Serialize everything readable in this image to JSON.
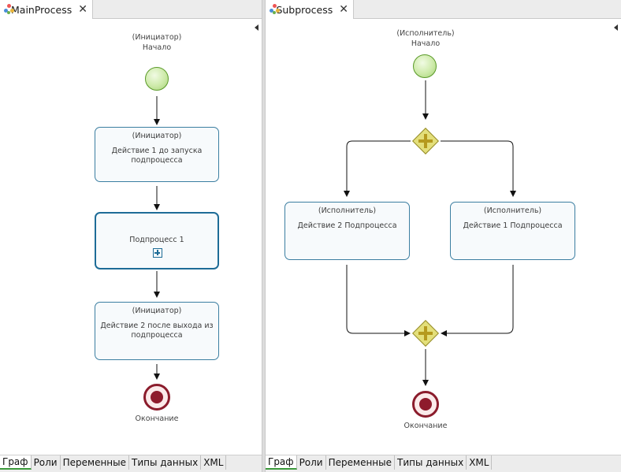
{
  "left_editor": {
    "tab_title": "MainProcess",
    "start": {
      "role": "(Инициатор)",
      "name": "Начало"
    },
    "task1": {
      "role": "(Инициатор)",
      "name": "Действие 1 до запуска подпроцесса"
    },
    "subprocess": {
      "name": "Подпроцесс 1"
    },
    "task2": {
      "role": "(Инициатор)",
      "name": "Действие 2 после выхода из подпроцесса"
    },
    "end": {
      "name": "Окончание"
    },
    "bottom_tabs": [
      "Граф",
      "Роли",
      "Переменные",
      "Типы данных",
      "XML"
    ]
  },
  "right_editor": {
    "tab_title": "Subprocess",
    "start": {
      "role": "(Исполнитель)",
      "name": "Начало"
    },
    "task_left": {
      "role": "(Исполнитель)",
      "name": "Действие 2 Подпроцесса"
    },
    "task_right": {
      "role": "(Исполнитель)",
      "name": "Действие 1 Подпроцесса"
    },
    "end": {
      "name": "Окончание"
    },
    "bottom_tabs": [
      "Граф",
      "Роли",
      "Переменные",
      "Типы данных",
      "XML"
    ]
  },
  "colors": {
    "task_border": "#3b7ea1",
    "start_fill": "#cdeaa9",
    "end_fill": "#8e1b2c",
    "gateway_fill": "#e3df7a",
    "active_tab_underline": "#3c9a3c"
  },
  "icons": {
    "editor_tab": "process-diagram-icon",
    "close": "close-icon",
    "collapse": "collapse-left-icon",
    "subprocess_marker": "expand-plus-icon",
    "gateway": "parallel-gateway-icon"
  }
}
